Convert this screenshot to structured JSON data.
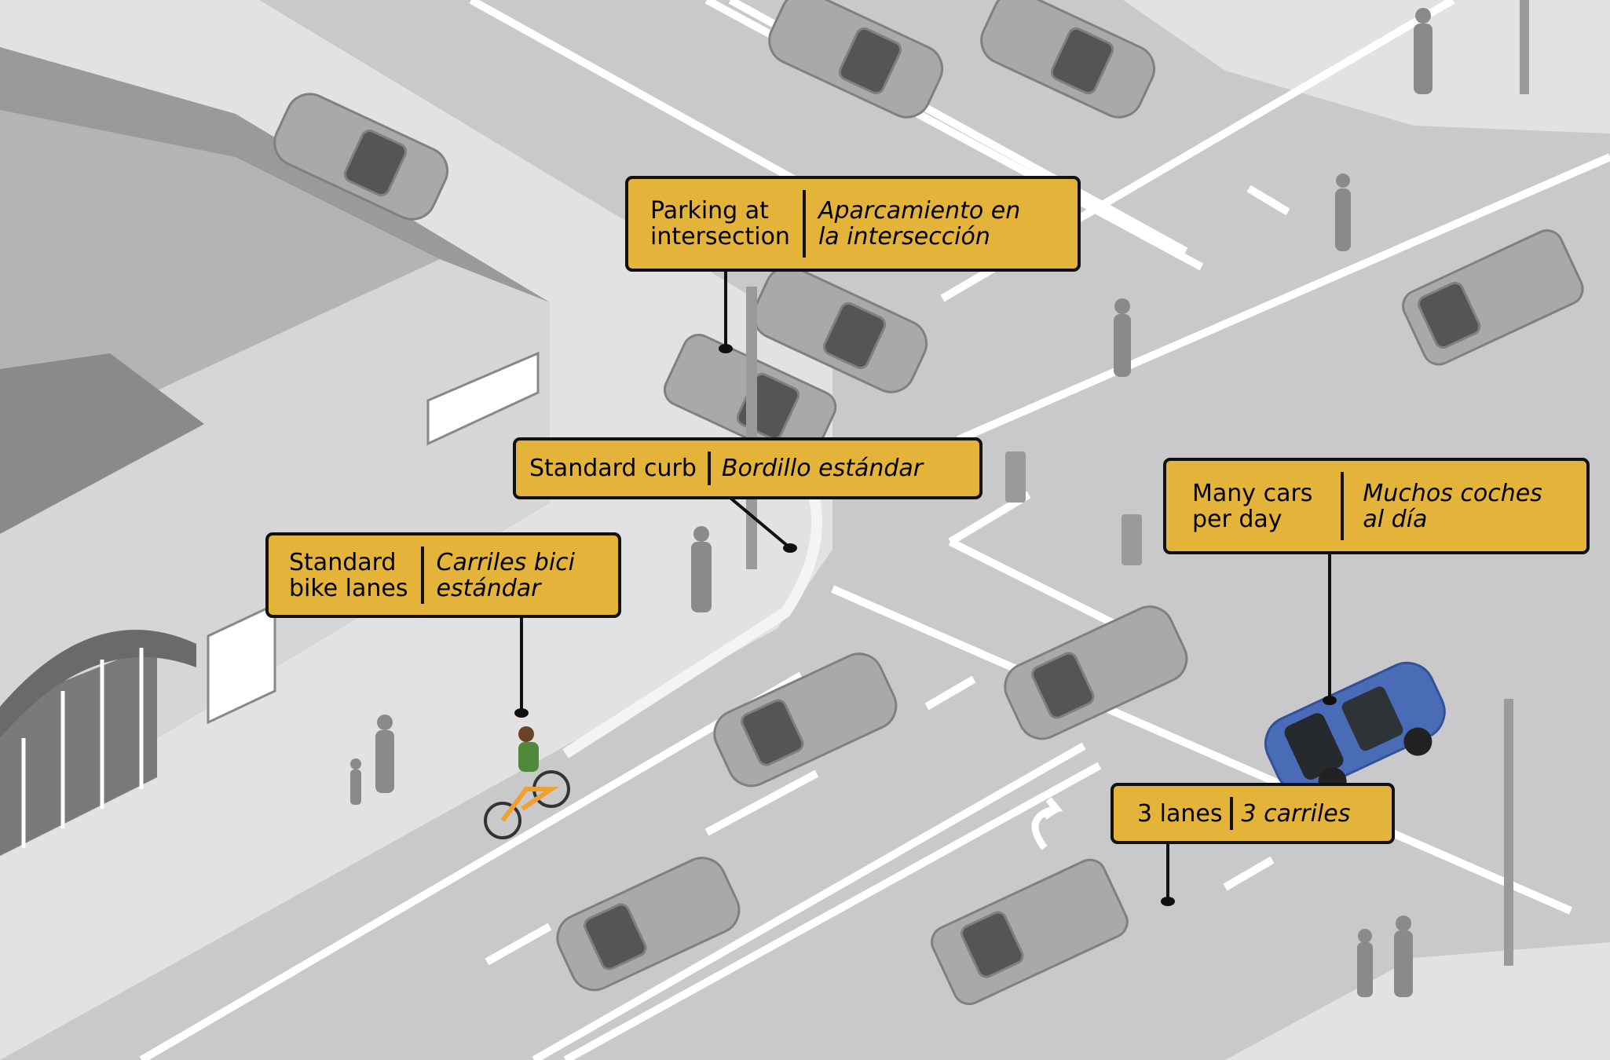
{
  "callouts": {
    "parking": {
      "en": "Parking at\nintersection",
      "es": "Aparcamiento en\nla intersección"
    },
    "curb": {
      "en": "Standard curb",
      "es": "Bordillo estándar"
    },
    "bike": {
      "en": "Standard\nbike lanes",
      "es": "Carriles bici\nestándar"
    },
    "cars": {
      "en": "Many cars\nper day",
      "es": "Muchos coches\nal día"
    },
    "lanes": {
      "en": "3 lanes",
      "es": "3 carriles"
    }
  },
  "colors": {
    "callout": "#e3b33a",
    "road": "#c9c9cb",
    "sidewalk": "#e2e2e4",
    "highlight_car": "#4a6bb5",
    "bicycle": "#f0a030",
    "cyclist_shirt": "#4f8a3a"
  }
}
